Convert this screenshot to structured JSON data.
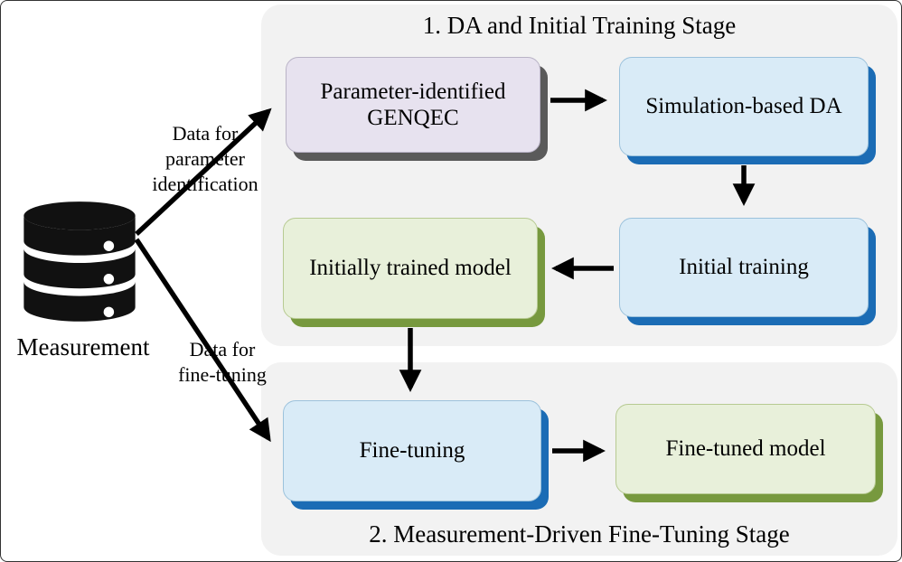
{
  "stages": [
    {
      "title": "1. DA and Initial Training Stage"
    },
    {
      "title": "2. Measurement-Driven Fine-Tuning Stage"
    }
  ],
  "nodes": {
    "genqec": {
      "label": "Parameter-identified GENQEC"
    },
    "simulation_da": {
      "label": "Simulation-based DA"
    },
    "initial_training": {
      "label": "Initial training"
    },
    "initially_trained_model": {
      "label": "Initially trained model"
    },
    "fine_tuning": {
      "label": "Fine-tuning"
    },
    "fine_tuned_model": {
      "label": "Fine-tuned model"
    }
  },
  "datasource": {
    "label": "Measurement"
  },
  "edge_labels": {
    "parameter_identification": "Data for parameter identification",
    "fine_tuning": "Data for fine-tuning"
  },
  "colors": {
    "blue_fill": "#d9ebf7",
    "blue_shadow": "#1b6cb5",
    "green_fill": "#e8f0da",
    "green_shadow": "#77993e",
    "purple_fill": "#e7e2ef",
    "purple_shadow": "#5a5a5a",
    "stage_bg": "#f2f2f2",
    "arrow": "#000000",
    "ink": "#000000"
  }
}
